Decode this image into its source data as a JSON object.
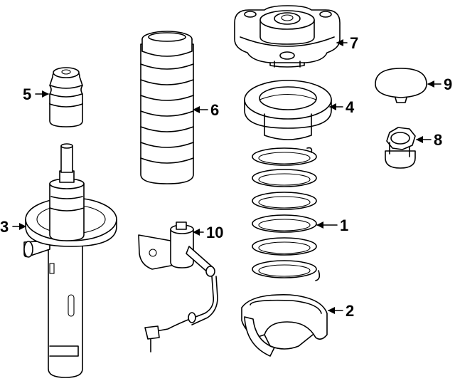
{
  "diagram": {
    "parts": [
      {
        "id": "1",
        "label": "1"
      },
      {
        "id": "2",
        "label": "2"
      },
      {
        "id": "3",
        "label": "3"
      },
      {
        "id": "4",
        "label": "4"
      },
      {
        "id": "5",
        "label": "5"
      },
      {
        "id": "6",
        "label": "6"
      },
      {
        "id": "7",
        "label": "7"
      },
      {
        "id": "8",
        "label": "8"
      },
      {
        "id": "9",
        "label": "9"
      },
      {
        "id": "10",
        "label": "10"
      }
    ]
  },
  "colors": {
    "line": "#000000",
    "background": "#ffffff"
  }
}
